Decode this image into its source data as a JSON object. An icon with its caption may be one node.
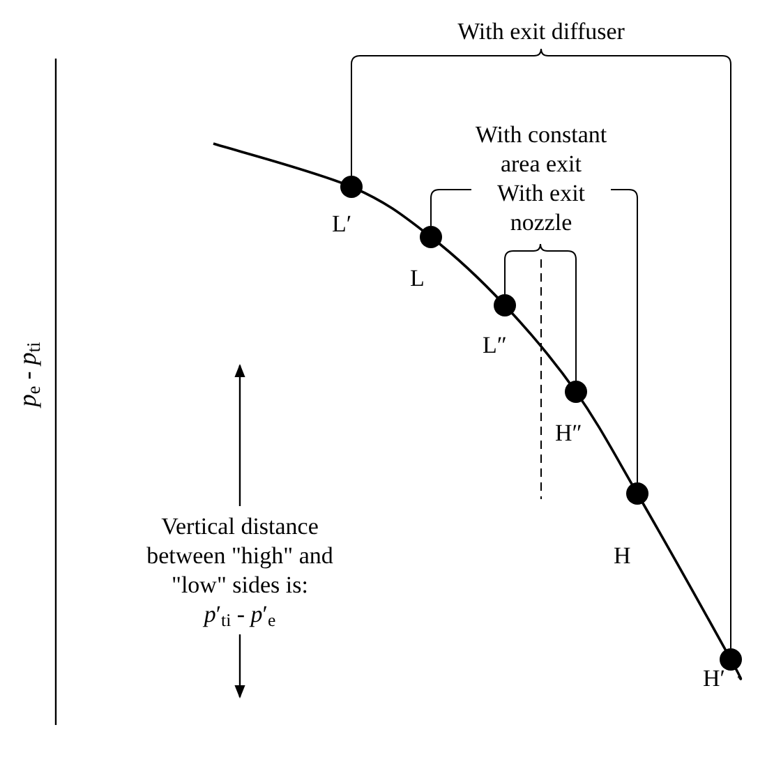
{
  "diagram": {
    "nodes": [
      {
        "text": [],
        "shape": "circle",
        "beside": [
          "L′"
        ]
      },
      {
        "text": [],
        "shape": "circle",
        "beside": [
          "L"
        ]
      },
      {
        "text": [],
        "shape": "circle",
        "beside": [
          "L″"
        ]
      },
      {
        "text": [],
        "shape": "circle",
        "beside": [
          "H″"
        ]
      },
      {
        "text": [],
        "shape": "circle",
        "beside": [
          "H"
        ]
      },
      {
        "text": [],
        "shape": "circle",
        "beside": [
          "H′"
        ]
      }
    ],
    "labels": [
      "With exit diffuser",
      "With constant area exit",
      "With exit nozzle",
      "*p*$_{e}$ - *p*$_{ti}$",
      "Vertical distance between \"high\" and \"low\" sides is:",
      "*p*′$_{ti}$ - *p*′$_{e}$"
    ]
  }
}
